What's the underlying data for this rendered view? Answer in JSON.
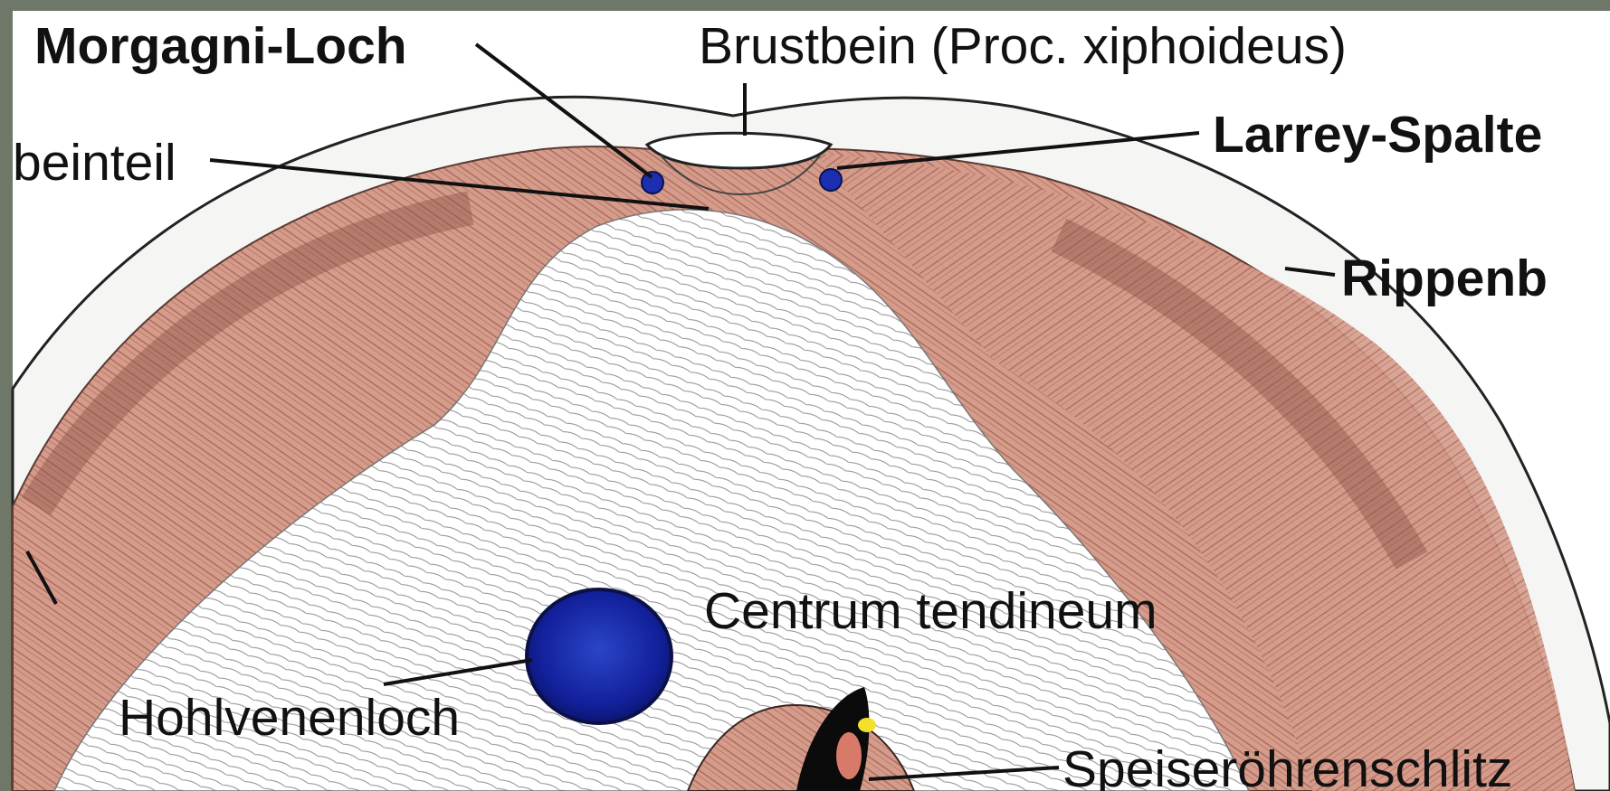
{
  "labels": {
    "morgagni": "Morgagni-Loch",
    "brustbein": "Brustbein (Proc. xiphoideus)",
    "larrey": "Larrey-Spalte",
    "brustbeinteil": "beinteil",
    "rippenbogen": "Rippenb",
    "centrum": "Centrum tendineum",
    "hohlvene": "Hohlvenenloch",
    "speiseroehre": "Speiseröhrenschlitz"
  },
  "colors": {
    "frame": "#6f7769",
    "muscle": "#d9a190",
    "muscle_dark": "#9a5f52",
    "tendon": "#ffffff",
    "vena_cava": "#12209a",
    "morgagni_dot": "#1b2fb0",
    "esophagus": "#d77a6a"
  }
}
